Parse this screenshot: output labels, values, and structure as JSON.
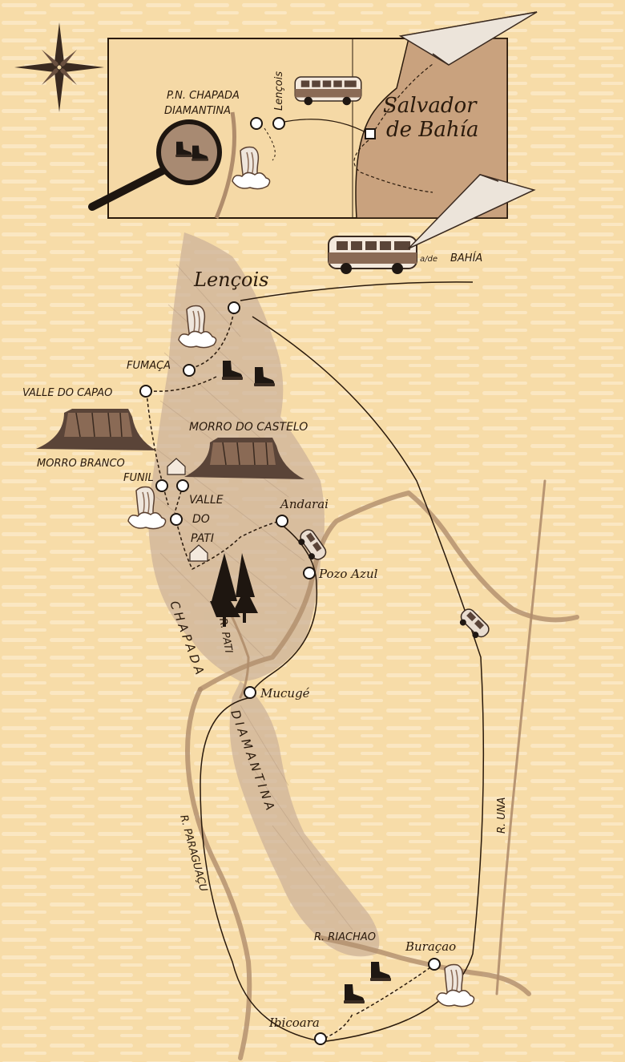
{
  "colors": {
    "paper": "#f7dca8",
    "paper_stripe": "#fbe7c2",
    "ink": "#2a1a0c",
    "river": "#b08d6c",
    "terrain": "#cdb39a",
    "sea": "#c9a27e"
  },
  "inset": {
    "park_line1": "P.N. CHAPADA",
    "park_line2": "DIAMANTINA",
    "lencois": "Lençois",
    "city_line1": "Salvador",
    "city_line2": "de Bahía"
  },
  "places": {
    "lencois": "Lençois",
    "fumaca": "FUMAÇA",
    "valle_capao": "VALLE DO CAPAO",
    "morro_castelo": "MORRO DO CASTELO",
    "morro_branco": "MORRO BRANCO",
    "funil": "FUNIL",
    "valle_pati_1": "VALLE",
    "valle_pati_2": "DO",
    "valle_pati_3": "PATI",
    "andarai": "Andarai",
    "pozo_azul": "Pozo Azul",
    "mucuge": "Mucugé",
    "ibicoara": "Ibicoara",
    "buracao": "Buraçao"
  },
  "regions": {
    "chapada": "CHAPADA",
    "diamantina": "DIAMANTINA"
  },
  "rivers": {
    "pati": "R. PATI",
    "paraguacu": "R. PARAGUAÇU",
    "una": "R. UNA",
    "riachao": "R. RIACHAO"
  },
  "bus_destination": "BAHÍA",
  "bus_destination_prefix": "a/de",
  "icons": {
    "compass": "compass-rose-icon",
    "plane": "paper-plane-icon",
    "bus": "bus-icon",
    "car": "car-icon",
    "waterfall": "waterfall-icon",
    "boots": "hiking-boots-icon",
    "magnifier": "magnifying-glass-icon",
    "house": "house-icon",
    "tree": "pine-tree-icon",
    "mesa": "table-mountain-icon"
  }
}
